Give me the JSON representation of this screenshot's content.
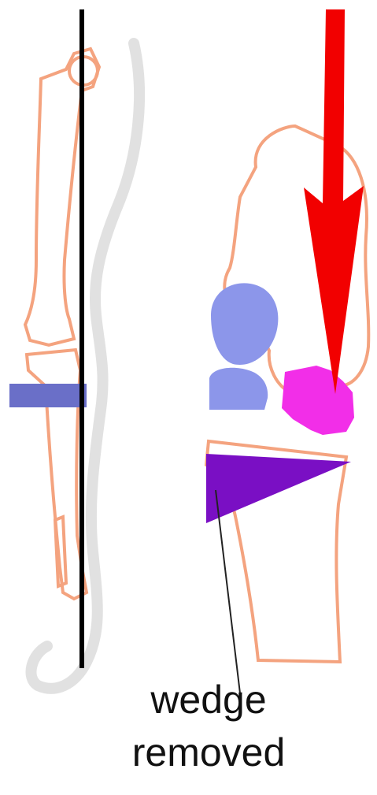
{
  "diagram": {
    "colors": {
      "bone_outline": "#f4a37f",
      "mechanical_axis": "#000000",
      "leg_silhouette": "#e1e1e1",
      "axis_marker": "#6a6fc8",
      "femoral_condyle": "#8c96ea",
      "tibial_plateau": "#8c96ea",
      "meniscus": "#f22ee8",
      "wedge": "#7a0fc4",
      "force_arrow": "#f20000",
      "leader_line": "#222222"
    },
    "icons": [
      "force-arrow",
      "wedge",
      "mechanical-axis-line"
    ]
  },
  "label": {
    "line1": "wedge",
    "line2": "removed"
  }
}
